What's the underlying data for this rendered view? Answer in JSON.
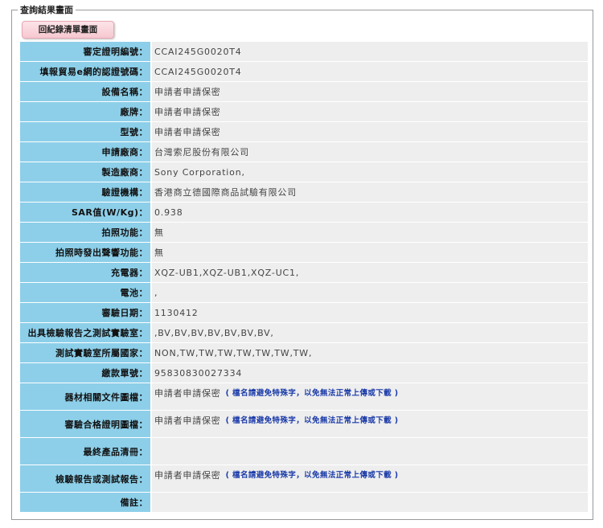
{
  "legend": "查詢結果畫面",
  "back_button": "回紀錄清單畫面",
  "rows": [
    {
      "label": "審定證明編號：",
      "value": "CCAI245G0020T4"
    },
    {
      "label": "填報貿易e網的認證號碼：",
      "value": "CCAI245G0020T4"
    },
    {
      "label": "設備名稱：",
      "value": "申請者申請保密"
    },
    {
      "label": "廠牌：",
      "value": "申請者申請保密"
    },
    {
      "label": "型號：",
      "value": "申請者申請保密"
    },
    {
      "label": "申請廠商：",
      "value": "台灣索尼股份有限公司"
    },
    {
      "label": "製造廠商：",
      "value": "Sony Corporation,"
    },
    {
      "label": "驗證機構：",
      "value": "香港商立德國際商品試驗有限公司"
    },
    {
      "label": "SAR值(W/Kg)：",
      "value": "0.938"
    },
    {
      "label": "拍照功能：",
      "value": "無"
    },
    {
      "label": "拍照時發出聲響功能：",
      "value": "無"
    },
    {
      "label": "充電器：",
      "value": "XQZ-UB1,XQZ-UB1,XQZ-UC1,"
    },
    {
      "label": "電池：",
      "value": ","
    },
    {
      "label": "審驗日期：",
      "value": "1130412"
    },
    {
      "label": "出具檢驗報告之測試實驗室：",
      "value": ",BV,BV,BV,BV,BV,BV,BV,"
    },
    {
      "label": "測試實驗室所屬國家：",
      "value": "NON,TW,TW,TW,TW,TW,TW,TW,"
    },
    {
      "label": "繳款單號：",
      "value": "95830830027334"
    },
    {
      "label": "器材相關文件圖檔：",
      "value": "申請者申請保密",
      "note": "( 檔名請避免特殊字，以免無法正常上傳或下載 )"
    },
    {
      "label": "審驗合格證明圖檔：",
      "value": "申請者申請保密",
      "note": "( 檔名請避免特殊字，以免無法正常上傳或下載 )"
    },
    {
      "label": "最終產品清冊：",
      "value": ""
    },
    {
      "label": "檢驗報告或測試報告：",
      "value": "申請者申請保密",
      "note": "( 檔名請避免特殊字，以免無法正常上傳或下載 )"
    },
    {
      "label": "備註：",
      "value": ""
    }
  ]
}
